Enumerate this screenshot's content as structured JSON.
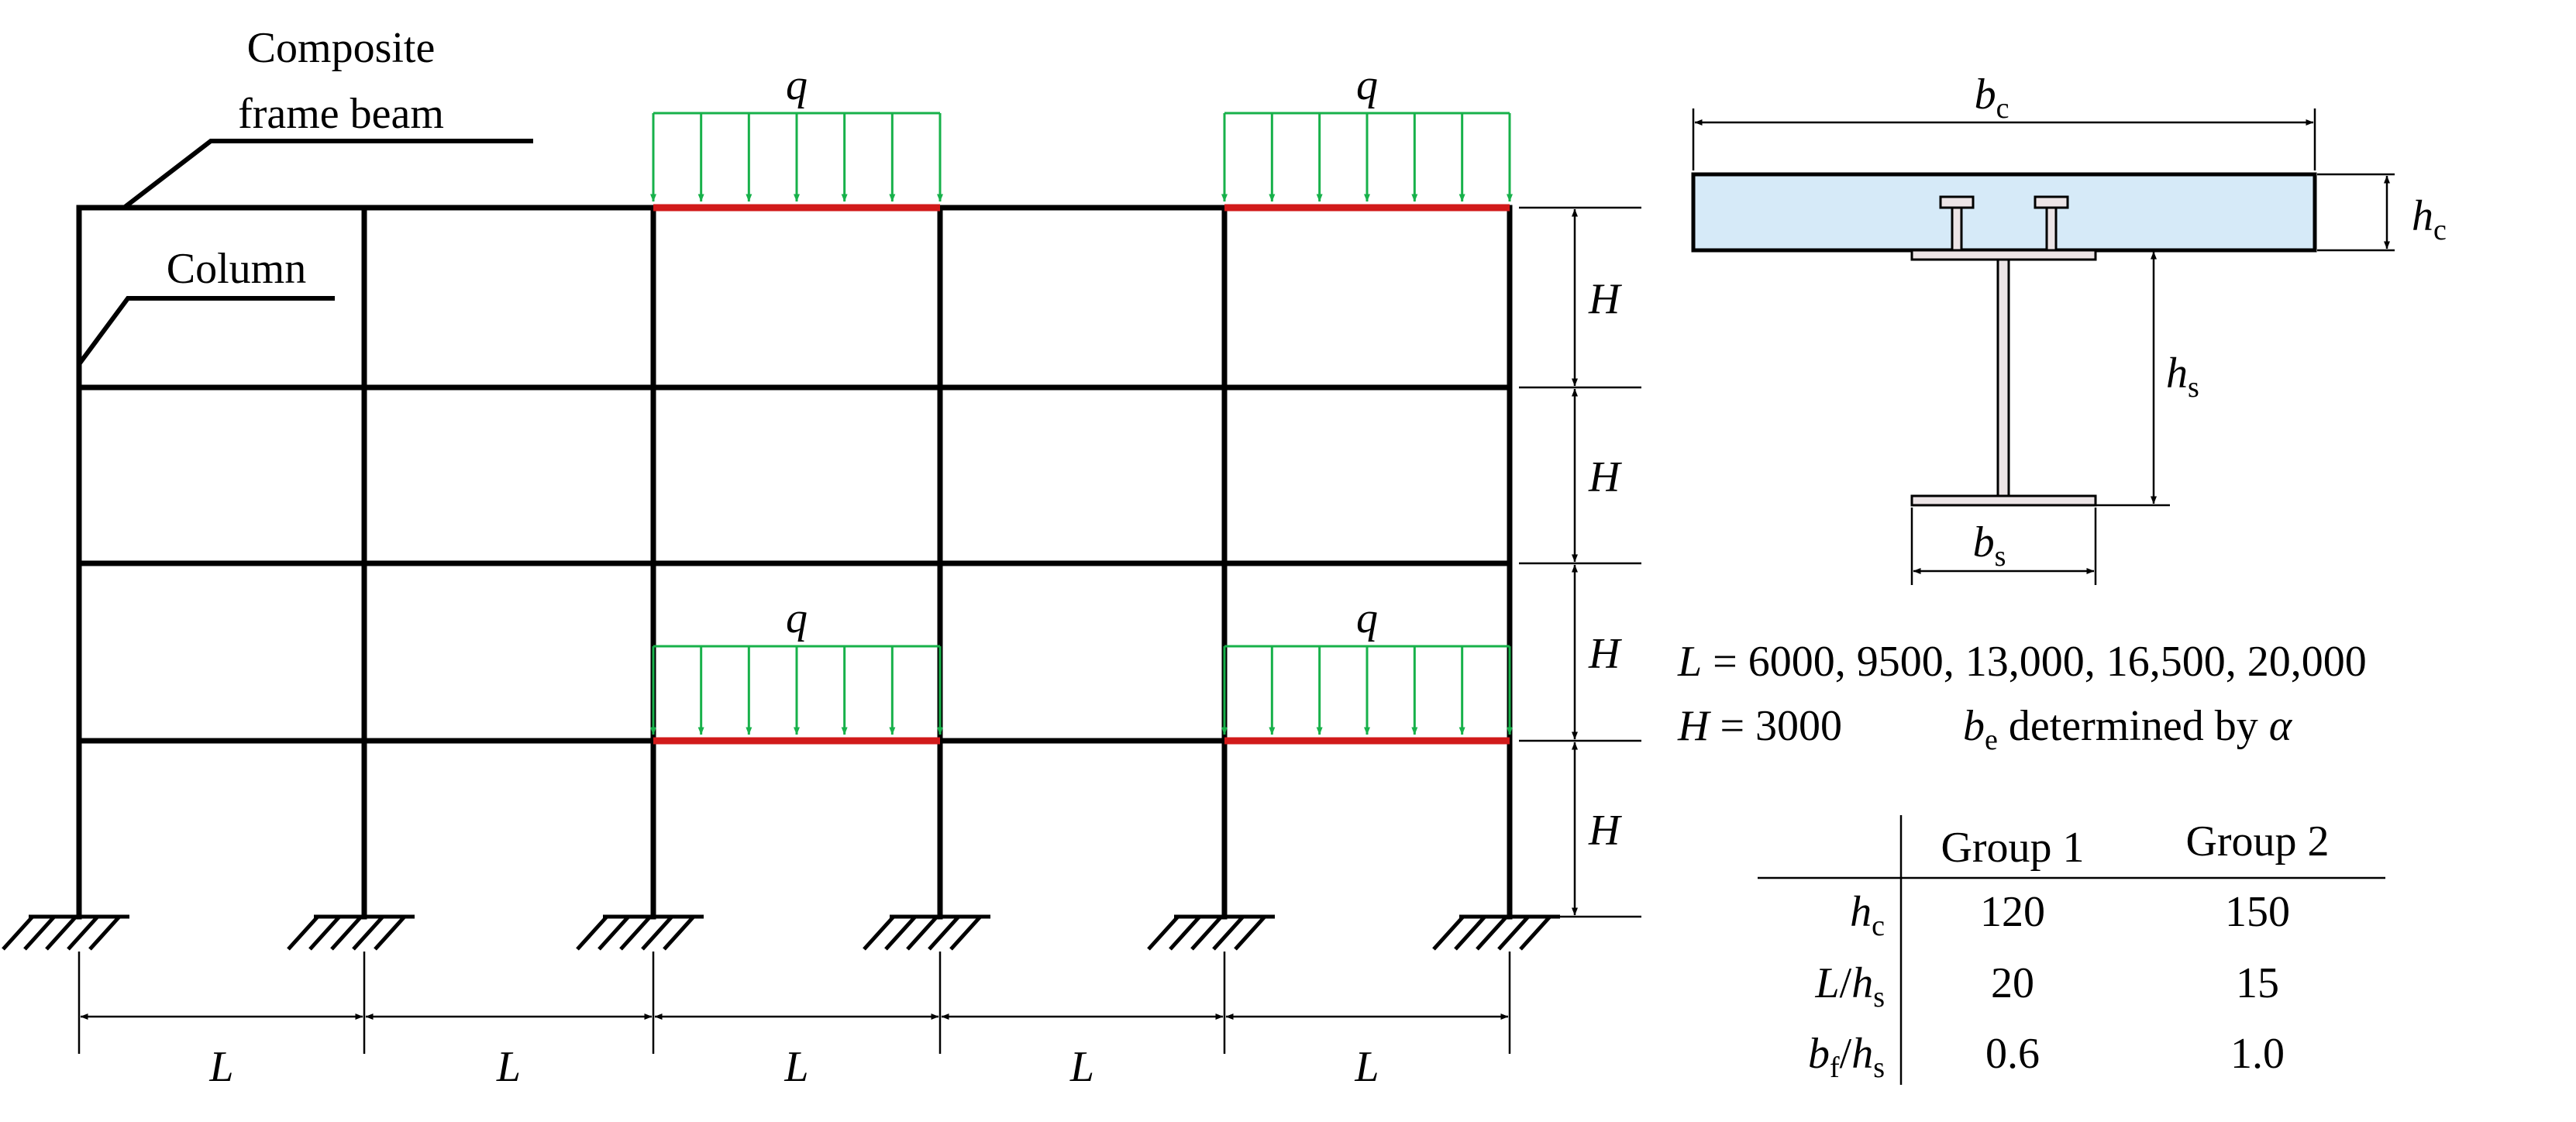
{
  "labels": {
    "beam_line1": "Composite",
    "beam_line2": "frame beam",
    "column": "Column",
    "load": "q",
    "span": "L",
    "height": "H",
    "bc": "b",
    "bc_sub": "c",
    "hc": "h",
    "hc_sub": "c",
    "hs": "h",
    "hs_sub": "s",
    "bs": "b",
    "bs_sub": "s"
  },
  "params": {
    "L_var": "L",
    "L_values": " = 6000, 9500, 13,000, 16,500, 20,000",
    "H_var": "H",
    "H_value": " = 3000",
    "be_var": "b",
    "be_sub": "e",
    "be_text": " determined by ",
    "alpha": "α"
  },
  "table": {
    "headers": [
      "Group 1",
      "Group 2"
    ],
    "rows": [
      {
        "v1": "h",
        "s1": "c",
        "mid": "",
        "v2": "",
        "s2": "",
        "g1": "120",
        "g2": "150"
      },
      {
        "v1": "L",
        "s1": "",
        "mid": "/",
        "v2": "h",
        "s2": "s",
        "g1": "20",
        "g2": "15"
      },
      {
        "v1": "b",
        "s1": "f",
        "mid": "/",
        "v2": "h",
        "s2": "s",
        "g1": "0.6",
        "g2": "1.0"
      }
    ]
  },
  "colors": {
    "load": "#17b14a",
    "loaded_beam": "#d11a1a",
    "slab_fill": "#d6eaf8",
    "steel_fill": "#ece4e6"
  }
}
